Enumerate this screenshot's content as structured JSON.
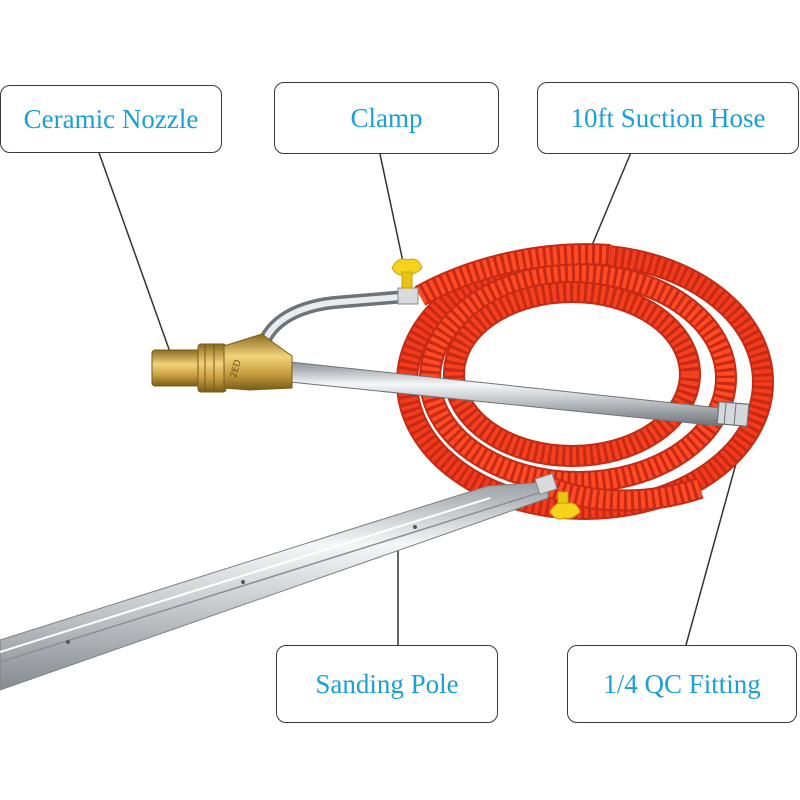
{
  "labels": {
    "ceramic_nozzle": "Ceramic Nozzle",
    "clamp": "Clamp",
    "suction_hose": "10ft Suction Hose",
    "sanding_pole": "Sanding Pole",
    "qc_fitting": "1/4 QC Fitting"
  },
  "nozzle_engraving": "2ED",
  "colors": {
    "label_text": "#1a9fd6",
    "box_border": "#3a3a3a",
    "hose": "#f23b1e",
    "clamp": "#f7d21c",
    "brass": "#c9a042",
    "steel": "#c9cdd1"
  }
}
